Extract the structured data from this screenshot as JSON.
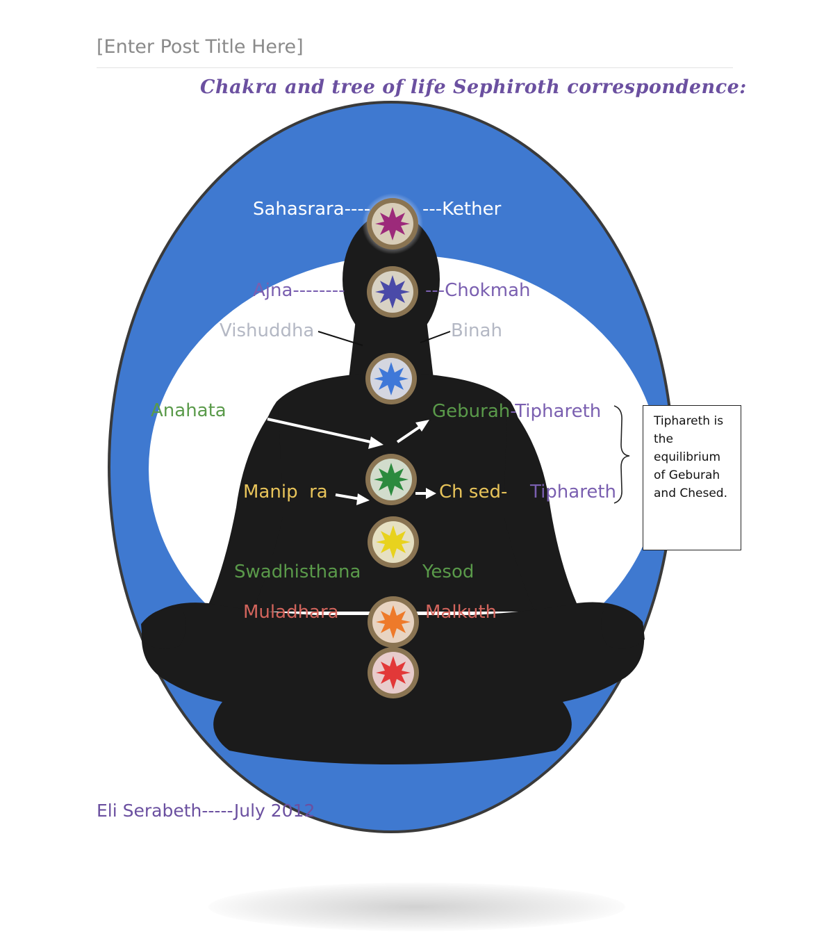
{
  "post_title_placeholder": "[Enter Post Title Here]",
  "diagram": {
    "title": "Chakra and tree of life Sephiroth correspondence:",
    "labels": {
      "sahasrara": "Sahasrara----",
      "kether": "---Kether",
      "ajna": "Ajna--------",
      "chokmah": "---Chokmah",
      "vishuddha": "Vishuddha",
      "binah": "Binah",
      "anahata": "Anahata",
      "geburah_tiphareth": "Geburah-Tiphareth",
      "manipura": "Manip  ra",
      "chesed": "Ch sed-",
      "tiphareth": "Tiphareth",
      "swadhisthana": "Swadhisthana",
      "yesod": "Yesod",
      "muladhara": "Muladhara",
      "malkuth": "Malkuth"
    },
    "note": "Tiphareth is the equilibrium of Geburah and Chesed.",
    "colors": {
      "oval_blue": "#3f79d0",
      "silhouette": "#1c1c1c",
      "sahasrara": "#9c2a7a",
      "ajna": "#4a4aa8",
      "vishuddha": "#3f78d8",
      "anahata": "#2c8a3e",
      "manipura": "#e8d21e",
      "swadhisthana": "#ee7a2a",
      "muladhara": "#e23838",
      "purple_text": "#7a5fb0",
      "green_text": "#5a9a4a",
      "red_text": "#d2645c",
      "yellow_text": "#e8c45a",
      "gray_text": "#b4b8c4"
    }
  },
  "author_line": "Eli Serabeth-----July 2012"
}
